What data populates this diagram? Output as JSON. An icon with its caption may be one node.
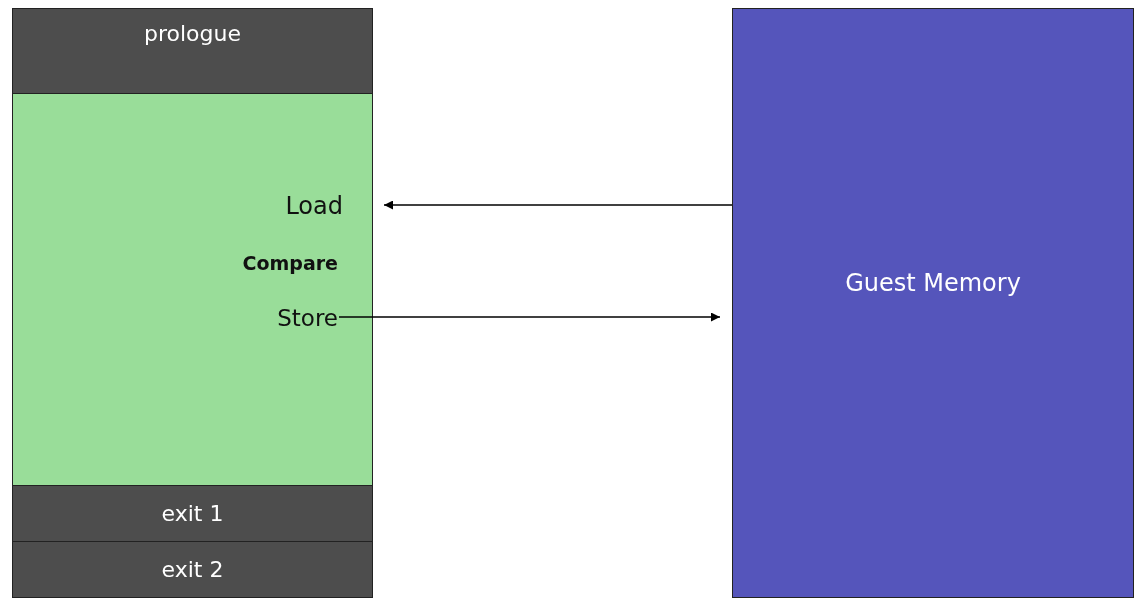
{
  "diagram": {
    "nodes": [
      {
        "text": [
          "prologue"
        ]
      },
      {
        "text": [],
        "shape": "box"
      },
      {
        "text": [
          "Load"
        ],
        "in": 1
      },
      {
        "text": [
          "Compare"
        ],
        "in": 1
      },
      {
        "text": [
          "Store"
        ],
        "in": 1
      },
      {
        "text": [
          "exit 1"
        ]
      },
      {
        "text": [
          "exit 2"
        ]
      },
      {
        "text": [
          "Guest Memory"
        ]
      }
    ],
    "edges": [
      {
        "from": 7,
        "to": 2,
        "arrow": "to"
      },
      {
        "from": 4,
        "to": 7,
        "arrow": "to"
      }
    ]
  }
}
